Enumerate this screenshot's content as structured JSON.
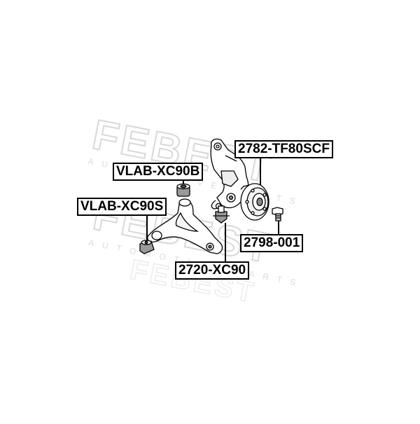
{
  "watermark": {
    "brand": "FEBEST",
    "tagline": "AUTOMOTIVE PARTS",
    "color": "#e3e3e3"
  },
  "labels": {
    "knuckle_hub": "2782-TF80SCF",
    "bushing_b": "VLAB-XC90B",
    "bushing_s": "VLAB-XC90S",
    "wheel_bolt": "2798-001",
    "control_arm": "2720-XC90"
  },
  "colors": {
    "line": "#000000",
    "part_fill": "#ffffff",
    "part_shade": "#9a9a9a",
    "label_border": "#000000"
  }
}
